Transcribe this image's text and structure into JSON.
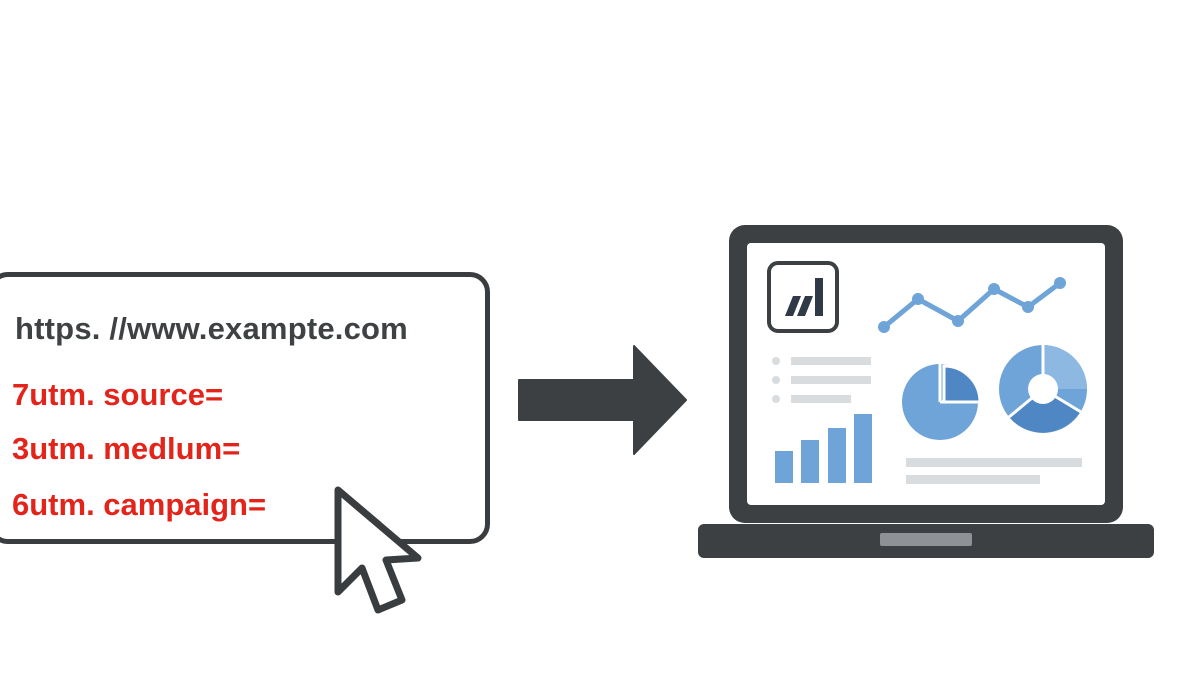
{
  "url_box": {
    "url_text": "https. //www.exampte.com",
    "params": [
      "7utm. source=",
      "3utm. medlum=",
      "6utm. campaign="
    ]
  },
  "colors": {
    "outline": "#3a3d3f",
    "param_red": "#e3241b",
    "chart_blue": "#6fa4d8",
    "chart_blue_dark": "#4f87c4",
    "placeholder_gray": "#d9dcdf",
    "screen_bg": "#ffffff"
  },
  "icons": {
    "cursor": "mouse-pointer-icon",
    "arrow": "arrow-right-icon",
    "logo": "analytics-logo-icon",
    "device": "laptop-icon"
  }
}
